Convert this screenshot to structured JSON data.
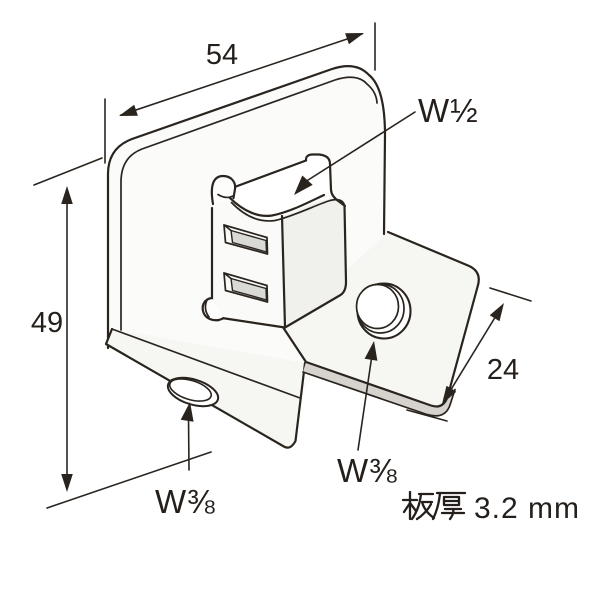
{
  "drawing": {
    "type": "technical-line-drawing",
    "subject": "hanging hardware bracket isometric view",
    "dims": {
      "width": "54",
      "height": "49",
      "depth": "24"
    },
    "threads": {
      "hook": "W½",
      "base_hole": "W⅜",
      "side_hole": "W⅜"
    },
    "thickness": {
      "label": "板厚",
      "value": "3.2 mm"
    },
    "palette": {
      "line": "#2a241f",
      "face": "#fafaf8",
      "face_shade": "#f0f0ed",
      "slot_floor": "#d9d9d6",
      "edge_shadow": "#d6d3cf",
      "background": "#ffffff"
    }
  }
}
